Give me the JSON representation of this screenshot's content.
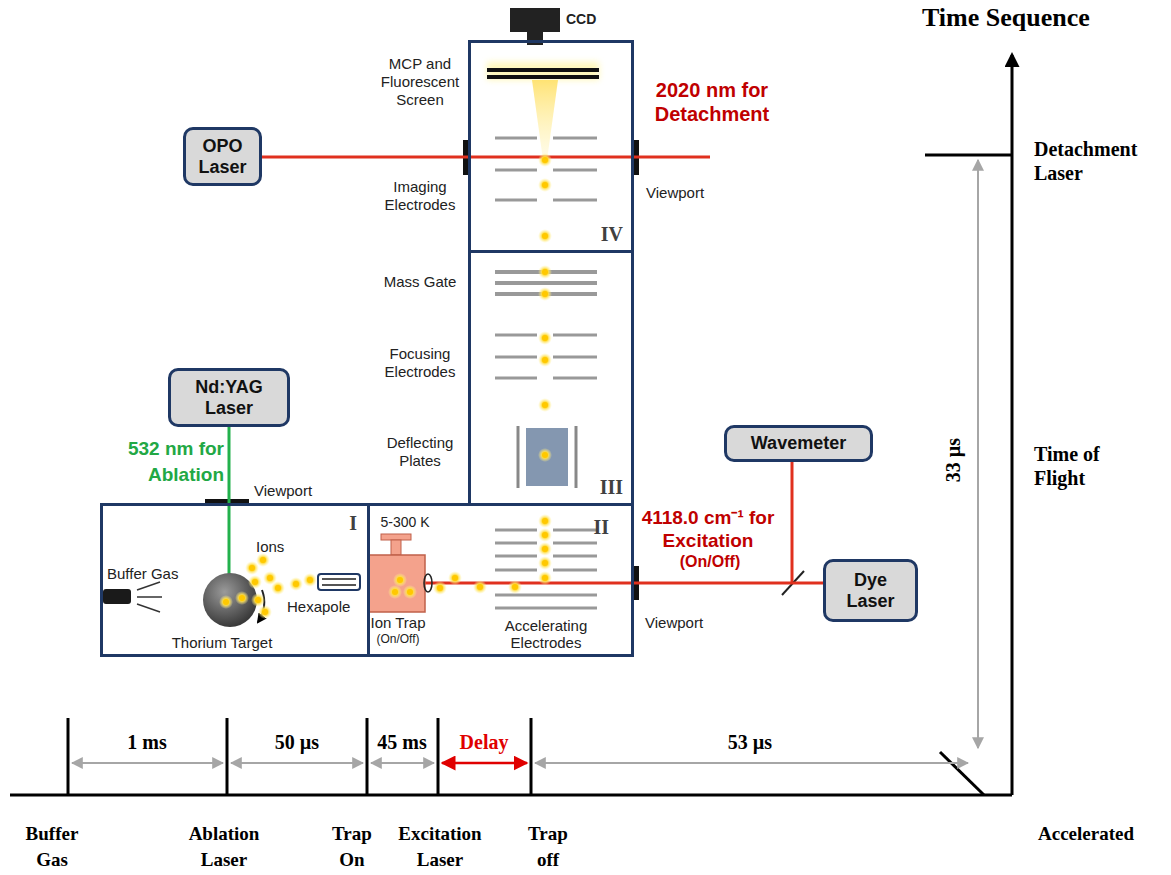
{
  "diagram": {
    "nodes": [
      {
        "text": [
          "IV"
        ]
      },
      {
        "text": [
          "OPO Laser"
        ]
      },
      {
        "text": [
          "III"
        ]
      },
      {
        "text": [
          "Nd:YAG Laser"
        ]
      },
      {
        "text": [
          "Wavemeter"
        ]
      },
      {
        "text": [
          "I"
        ]
      },
      {
        "text": [
          "II"
        ]
      },
      {
        "text": [
          "Dye Laser"
        ]
      }
    ],
    "edges": [
      {
        "from": 1,
        "to": 0,
        "arrow": "none"
      },
      {
        "from": 3,
        "to": 5,
        "arrow": "none"
      },
      {
        "from": 7,
        "to": 6,
        "arrow": "none"
      }
    ],
    "labels": [
      "CCD",
      "MCP and Fluorescent Screen",
      "2020 nm for Detachment",
      "Imaging Electrodes",
      "Viewport",
      "Mass Gate",
      "Focusing Electrodes",
      "Deflecting Plates",
      "532 nm for Ablation",
      "Viewport",
      "4118.0 cm⁻¹ for Excitation",
      "(On/Off)",
      "Buffer Gas",
      "Ions",
      "Hexapole",
      "Thorium Target",
      "5-300 K",
      "Ion Trap",
      "(On/Off)",
      "Accelerating Electrodes",
      "Viewport",
      "Time Sequence",
      "Detachment Laser",
      "Time of Flight",
      "33 µs",
      "1 ms",
      "50 µs",
      "45 ms",
      "Delay",
      "53 µs",
      "Buffer Gas",
      "Ablation Laser",
      "Trap On",
      "Excitation Laser",
      "Trap off",
      "Accelerated"
    ]
  }
}
